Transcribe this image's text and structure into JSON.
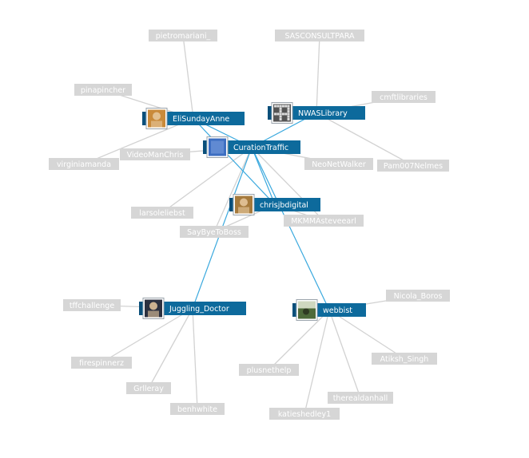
{
  "colors": {
    "hub_fill": "#0d6a9c",
    "hub_accent": "#0a4f7a",
    "hub_text": "#ffffff",
    "leaf_fill": "#d6d6d6",
    "leaf_text": "#ffffff",
    "edge_gray": "#d2d2d2",
    "edge_blue": "#3ba9de"
  },
  "hubs": [
    {
      "id": "EliSundayAnne",
      "label": "EliSundayAnne",
      "avatar": "person-photo-icon",
      "avatar_color": "#c98a3a"
    },
    {
      "id": "NWASLibrary",
      "label": "NWASLibrary",
      "avatar": "qr-code-icon",
      "avatar_color": "#555555"
    },
    {
      "id": "CurationTraffic",
      "label": "CurationTraffic",
      "avatar": "blue-tile-icon",
      "avatar_color": "#3d6fc2"
    },
    {
      "id": "chrisjbdigital",
      "label": "chrisjbdigital",
      "avatar": "person-photo-icon",
      "avatar_color": "#a67a3c"
    },
    {
      "id": "Juggling_Doctor",
      "label": "Juggling_Doctor",
      "avatar": "person-photo-icon",
      "avatar_color": "#2c3140"
    },
    {
      "id": "webbist",
      "label": "webbist",
      "avatar": "landscape-photo-icon",
      "avatar_color": "#4e6a3a"
    }
  ],
  "leaves": [
    {
      "id": "pietromariani_",
      "label": "pietromariani_"
    },
    {
      "id": "SASCONSULTPARA",
      "label": "SASCONSULTPARA"
    },
    {
      "id": "pinapincher",
      "label": "pinapincher"
    },
    {
      "id": "cmftlibraries",
      "label": "cmftlibraries"
    },
    {
      "id": "VideoManChris",
      "label": "VideoManChris"
    },
    {
      "id": "virginiamanda",
      "label": "virginiamanda"
    },
    {
      "id": "NeoNetWalker",
      "label": "NeoNetWalker"
    },
    {
      "id": "Pam007Nelmes",
      "label": "Pam007Nelmes"
    },
    {
      "id": "larsoleliebst",
      "label": "larsoleliebst"
    },
    {
      "id": "MKMMAsteveearl",
      "label": "MKMMAsteveearl"
    },
    {
      "id": "SayByeToBoss",
      "label": "SayByeToBoss"
    },
    {
      "id": "Nicola_Boros",
      "label": "Nicola_Boros"
    },
    {
      "id": "tffchallenge",
      "label": "tffchallenge"
    },
    {
      "id": "Atiksh_Singh",
      "label": "Atiksh_Singh"
    },
    {
      "id": "firespinnerz",
      "label": "firespinnerz"
    },
    {
      "id": "plusnethelp",
      "label": "plusnethelp"
    },
    {
      "id": "Grlleray",
      "label": "Grlleray"
    },
    {
      "id": "therealdanhall",
      "label": "therealdanhall"
    },
    {
      "id": "benhwhite",
      "label": "benhwhite"
    },
    {
      "id": "katieshedley1",
      "label": "katieshedley1"
    }
  ],
  "edges": [
    {
      "from": "EliSundayAnne",
      "to": "pietromariani_",
      "kind": "gray"
    },
    {
      "from": "EliSundayAnne",
      "to": "pinapincher",
      "kind": "gray"
    },
    {
      "from": "EliSundayAnne",
      "to": "virginiamanda",
      "kind": "gray"
    },
    {
      "from": "NWASLibrary",
      "to": "SASCONSULTPARA",
      "kind": "gray"
    },
    {
      "from": "NWASLibrary",
      "to": "cmftlibraries",
      "kind": "gray"
    },
    {
      "from": "NWASLibrary",
      "to": "Pam007Nelmes",
      "kind": "gray"
    },
    {
      "from": "CurationTraffic",
      "to": "VideoManChris",
      "kind": "gray"
    },
    {
      "from": "CurationTraffic",
      "to": "NeoNetWalker",
      "kind": "gray"
    },
    {
      "from": "CurationTraffic",
      "to": "larsoleliebst",
      "kind": "gray"
    },
    {
      "from": "CurationTraffic",
      "to": "MKMMAsteveearl",
      "kind": "gray"
    },
    {
      "from": "CurationTraffic",
      "to": "SayByeToBoss",
      "kind": "gray"
    },
    {
      "from": "CurationTraffic",
      "to": "NWASLibrary",
      "kind": "blue"
    },
    {
      "from": "CurationTraffic",
      "to": "EliSundayAnne",
      "kind": "blue"
    },
    {
      "from": "CurationTraffic",
      "to": "chrisjbdigital",
      "kind": "blue"
    },
    {
      "from": "CurationTraffic",
      "to": "Juggling_Doctor",
      "kind": "blue"
    },
    {
      "from": "CurationTraffic",
      "to": "webbist",
      "kind": "blue"
    },
    {
      "from": "EliSundayAnne",
      "to": "chrisjbdigital",
      "kind": "blue"
    },
    {
      "from": "chrisjbdigital",
      "to": "SayByeToBoss",
      "kind": "gray"
    },
    {
      "from": "chrisjbdigital",
      "to": "MKMMAsteveearl",
      "kind": "gray"
    },
    {
      "from": "Juggling_Doctor",
      "to": "tffchallenge",
      "kind": "gray"
    },
    {
      "from": "Juggling_Doctor",
      "to": "firespinnerz",
      "kind": "gray"
    },
    {
      "from": "Juggling_Doctor",
      "to": "Grlleray",
      "kind": "gray"
    },
    {
      "from": "Juggling_Doctor",
      "to": "benhwhite",
      "kind": "gray"
    },
    {
      "from": "webbist",
      "to": "Nicola_Boros",
      "kind": "gray"
    },
    {
      "from": "webbist",
      "to": "Atiksh_Singh",
      "kind": "gray"
    },
    {
      "from": "webbist",
      "to": "plusnethelp",
      "kind": "gray"
    },
    {
      "from": "webbist",
      "to": "therealdanhall",
      "kind": "gray"
    },
    {
      "from": "webbist",
      "to": "katieshedley1",
      "kind": "gray"
    }
  ]
}
